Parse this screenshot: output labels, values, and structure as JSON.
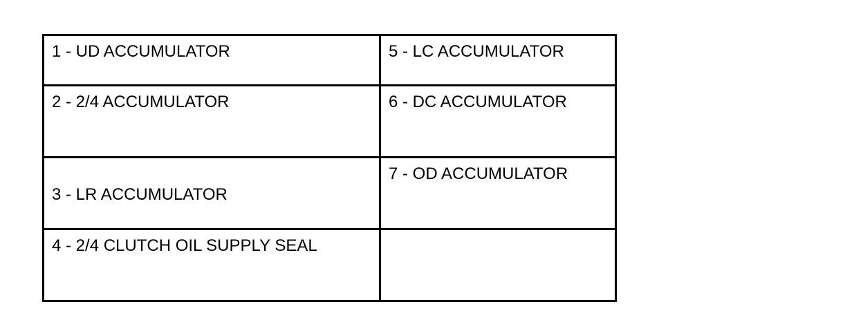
{
  "legend": {
    "rows": [
      {
        "left": "1 - UD ACCUMULATOR",
        "right": "5 - LC ACCUMULATOR"
      },
      {
        "left": "2 - 2/4 ACCUMULATOR",
        "right": "6 - DC ACCUMULATOR"
      },
      {
        "left": "3 - LR ACCUMULATOR",
        "right": "7 - OD ACCUMULATOR"
      },
      {
        "left": "4 - 2/4 CLUTCH OIL SUPPLY SEAL",
        "right": ""
      }
    ]
  }
}
